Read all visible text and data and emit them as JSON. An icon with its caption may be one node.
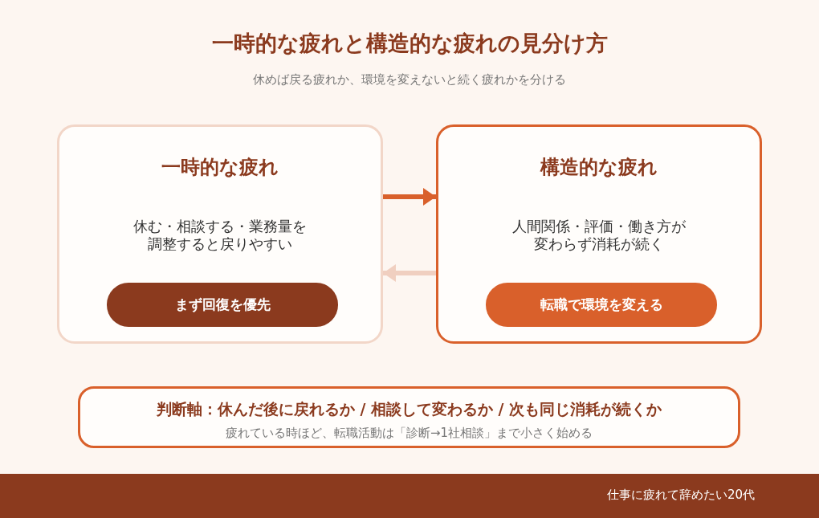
{
  "diagram": {
    "title": "一時的な疲れと構造的な疲れの見分け方",
    "caption": "休めば戻る疲れか、環境を変えないと続く疲れかを分ける",
    "nodes": [
      {
        "text": [
          "一時的な疲れ",
          "休む・相談する・業務量を調整すると戻りやすい"
        ]
      },
      {
        "text": [
          "まず回復を優先"
        ],
        "in": 0
      },
      {
        "text": [
          "構造的な疲れ",
          "人間関係・評価・働き方が変わらず消耗が続く"
        ]
      },
      {
        "text": [
          "転職で環境を変える"
        ],
        "in": 2
      },
      {
        "text": [
          "判断軸：休んだ後に戻れるか / 相談して変わるか / 次も同じ消耗が続くか",
          "疲れている時ほど、転職活動は「診断→1社相談」まで小さく始める"
        ]
      }
    ],
    "edges": [
      {
        "from": 0,
        "to": 2,
        "arrow": "to",
        "color": "#d9602b"
      },
      {
        "from": 2,
        "to": 0,
        "arrow": "to",
        "color": "#f0cfc0"
      }
    ],
    "labels": [
      "仕事に疲れて辞めたい20代"
    ]
  }
}
